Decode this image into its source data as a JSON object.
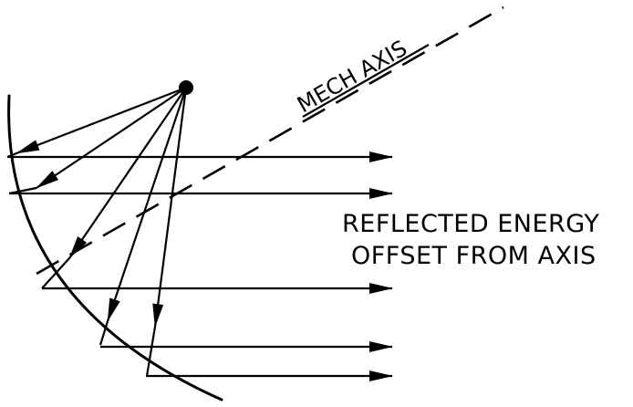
{
  "diagram": {
    "axis_label": "MECH AXIS",
    "caption_line1": "REFLECTED ENERGY",
    "caption_line2": "OFFSET FROM AXIS",
    "colors": {
      "ink": "#000000",
      "background": "#ffffff"
    }
  }
}
